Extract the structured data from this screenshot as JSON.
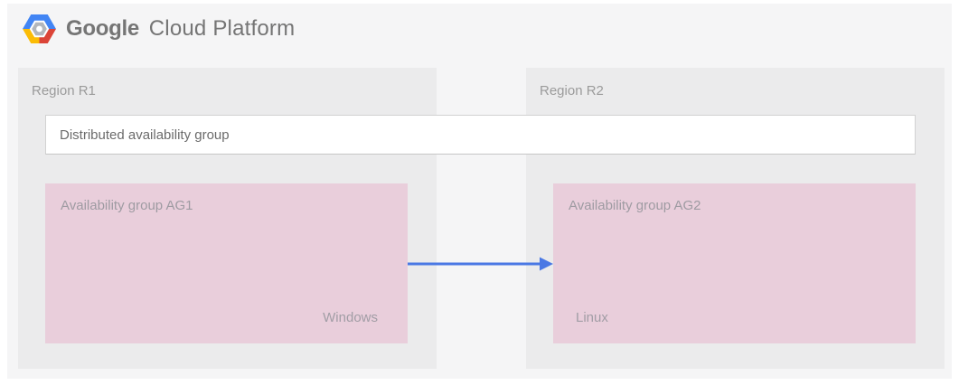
{
  "header": {
    "brand": {
      "primary": "Google",
      "secondary": "Cloud Platform"
    }
  },
  "diagram": {
    "regions": [
      {
        "label": "Region R1"
      },
      {
        "label": "Region R2"
      }
    ],
    "distributed_availability_group": {
      "label": "Distributed availability group"
    },
    "availability_groups": [
      {
        "label": "Availability group AG1",
        "os": "Windows"
      },
      {
        "label": "Availability group AG2",
        "os": "Linux"
      }
    ],
    "arrow": {
      "direction": "AG1 to AG2"
    }
  },
  "colors": {
    "arrow_blue": "#4a78e4",
    "availability_group_pink": "#e9cedb",
    "region_gray": "#ebebec",
    "canvas_gray": "#f5f5f6",
    "logo_blue": "#4285f4",
    "logo_red": "#db4437",
    "logo_yellow": "#fbbc05",
    "logo_core_gray": "#b3b6bb"
  }
}
